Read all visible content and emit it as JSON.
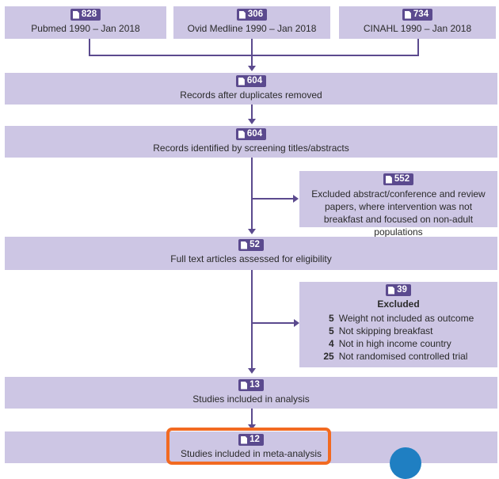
{
  "sources": [
    {
      "count": "828",
      "label": "Pubmed 1990 – Jan 2018"
    },
    {
      "count": "306",
      "label": "Ovid Medline 1990 – Jan 2018"
    },
    {
      "count": "734",
      "label": "CINAHL 1990 – Jan 2018"
    }
  ],
  "dedup": {
    "count": "604",
    "label": "Records after duplicates removed"
  },
  "screening": {
    "count": "604",
    "label": "Records identified by screening titles/abstracts"
  },
  "excluded_abstracts": {
    "count": "552",
    "label": "Excluded abstract/conference and review papers, where intervention was not breakfast and focused on non-adult populations"
  },
  "fulltext": {
    "count": "52",
    "label": "Full text articles assessed for eligibility"
  },
  "excluded_fulltext": {
    "count": "39",
    "title": "Excluded",
    "items": [
      {
        "n": "5",
        "reason": "Weight not included as outcome"
      },
      {
        "n": "5",
        "reason": "Not skipping breakfast"
      },
      {
        "n": "4",
        "reason": "Not in high income country"
      },
      {
        "n": "25",
        "reason": "Not randomised controlled trial"
      }
    ]
  },
  "analysis": {
    "count": "13",
    "label": "Studies included in analysis"
  },
  "meta": {
    "count": "12",
    "label": "Studies included in meta-analysis"
  },
  "colors": {
    "box": "#cdc6e4",
    "accent": "#5b4a8e",
    "highlight": "#f26a21"
  }
}
